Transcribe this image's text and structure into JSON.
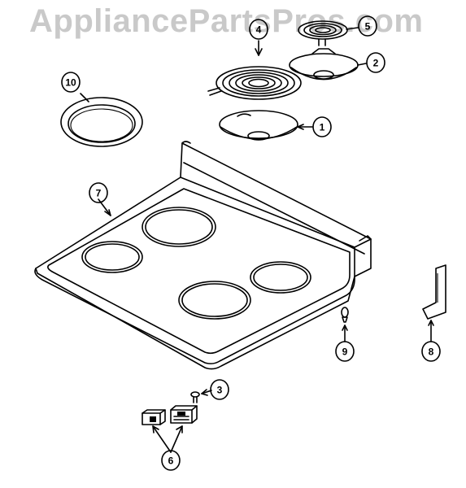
{
  "watermark": "AppliancePartsPros.com",
  "callouts": [
    {
      "id": "callout-1",
      "label": "1"
    },
    {
      "id": "callout-2",
      "label": "2"
    },
    {
      "id": "callout-3",
      "label": "3"
    },
    {
      "id": "callout-4",
      "label": "4"
    },
    {
      "id": "callout-5",
      "label": "5"
    },
    {
      "id": "callout-6",
      "label": "6"
    },
    {
      "id": "callout-7",
      "label": "7"
    },
    {
      "id": "callout-8",
      "label": "8"
    },
    {
      "id": "callout-9",
      "label": "9"
    },
    {
      "id": "callout-10",
      "label": "10"
    }
  ]
}
